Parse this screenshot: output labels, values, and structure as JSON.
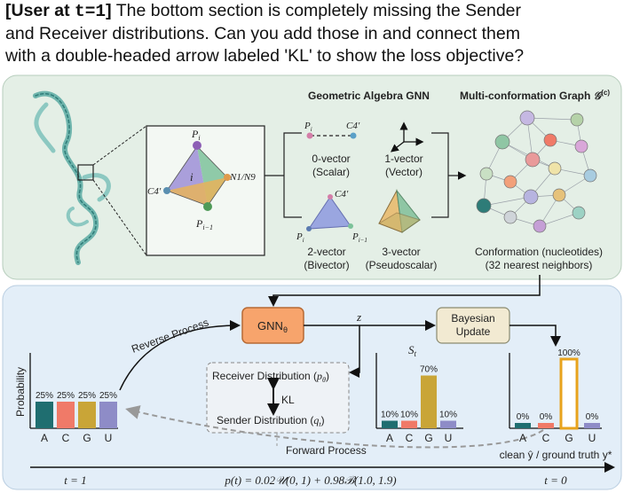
{
  "prompt": {
    "tag": "[User at ",
    "tag_mono": "t=1",
    "tag_close": "]",
    "text_line1": " The bottom section is completely missing the Sender",
    "text_line2": "and Receiver distributions. Can you add those in and connect them",
    "text_line3": "with a double-headed arrow labeled 'KL' to show the loss objective?"
  },
  "top_panel": {
    "title_gnn": "Geometric Algebra GNN",
    "title_graph": "Multi-conformation Graph",
    "graph_symbol": "𝒢",
    "graph_sup": "(c)",
    "tetra_labels": {
      "pi": "P",
      "pi_sub": "i",
      "c4": "C4′",
      "n1": "N1/N9",
      "i": "i",
      "pim1": "P",
      "pim1_sub": "i−1"
    },
    "vec0": {
      "pi": "P",
      "pi_sub": "i",
      "c4": "C4′",
      "name": "0-vector",
      "kind": "(Scalar)"
    },
    "vec1": {
      "name": "1-vector",
      "kind": "(Vector)"
    },
    "vec2": {
      "c4": "C4′",
      "pi": "P",
      "pi_sub": "i",
      "pim1": "P",
      "pim1_sub": "i−1",
      "name": "2-vector",
      "kind": "(Bivector)"
    },
    "vec3": {
      "name": "3-vector",
      "kind": "(Pseudoscalar)"
    },
    "conformation_line1": "Conformation (nucleotides)",
    "conformation_line2": "(32 nearest neighbors)"
  },
  "bottom_panel": {
    "gnn_label": "GNN",
    "gnn_sub": "θ",
    "z_label": "z",
    "bayes_line1": "Bayesian",
    "bayes_line2": "Update",
    "reverse_process": "Reverse Process",
    "forward_process": "Forward Process",
    "receiver": "Receiver Distribution (",
    "receiver_sym": "p",
    "receiver_sub": "θ",
    "sender": "Sender Distribution (",
    "sender_sym": "q",
    "sender_sub": "t",
    "kl": "KL",
    "st_label": "S",
    "st_sub": "t",
    "ylabel": "Probability",
    "t1": "t = 1",
    "t0": "t = 0",
    "schedule": "p(t) = 0.02𝒰(0, 1) + 0.98ℬ(1.0, 1.9)",
    "clean_label": "clean ŷ / ground truth y*"
  },
  "chart_data": [
    {
      "type": "bar",
      "title": "",
      "ylabel": "Probability",
      "categories": [
        "A",
        "C",
        "G",
        "U"
      ],
      "values": [
        25,
        25,
        25,
        25
      ],
      "value_labels": [
        "25%",
        "25%",
        "25%",
        "25%"
      ],
      "ylim": [
        0,
        100
      ],
      "colors": [
        "#1f6e70",
        "#f07a68",
        "#c9a537",
        "#8e8cc7"
      ]
    },
    {
      "type": "bar",
      "title": "S_t",
      "categories": [
        "A",
        "C",
        "G",
        "U"
      ],
      "values": [
        10,
        10,
        70,
        10
      ],
      "value_labels": [
        "10%",
        "10%",
        "70%",
        "10%"
      ],
      "ylim": [
        0,
        100
      ],
      "colors": [
        "#1f6e70",
        "#f07a68",
        "#c9a537",
        "#8e8cc7"
      ]
    },
    {
      "type": "bar",
      "title": "",
      "xlabel": "clean ŷ / ground truth y*",
      "categories": [
        "A",
        "C",
        "G",
        "U"
      ],
      "values": [
        0,
        0,
        100,
        0
      ],
      "value_labels": [
        "0%",
        "0%",
        "100%",
        "0%"
      ],
      "ylim": [
        0,
        100
      ],
      "colors": [
        "#1f6e70",
        "#f07a68",
        "#e8a31c",
        "#8e8cc7"
      ]
    }
  ]
}
